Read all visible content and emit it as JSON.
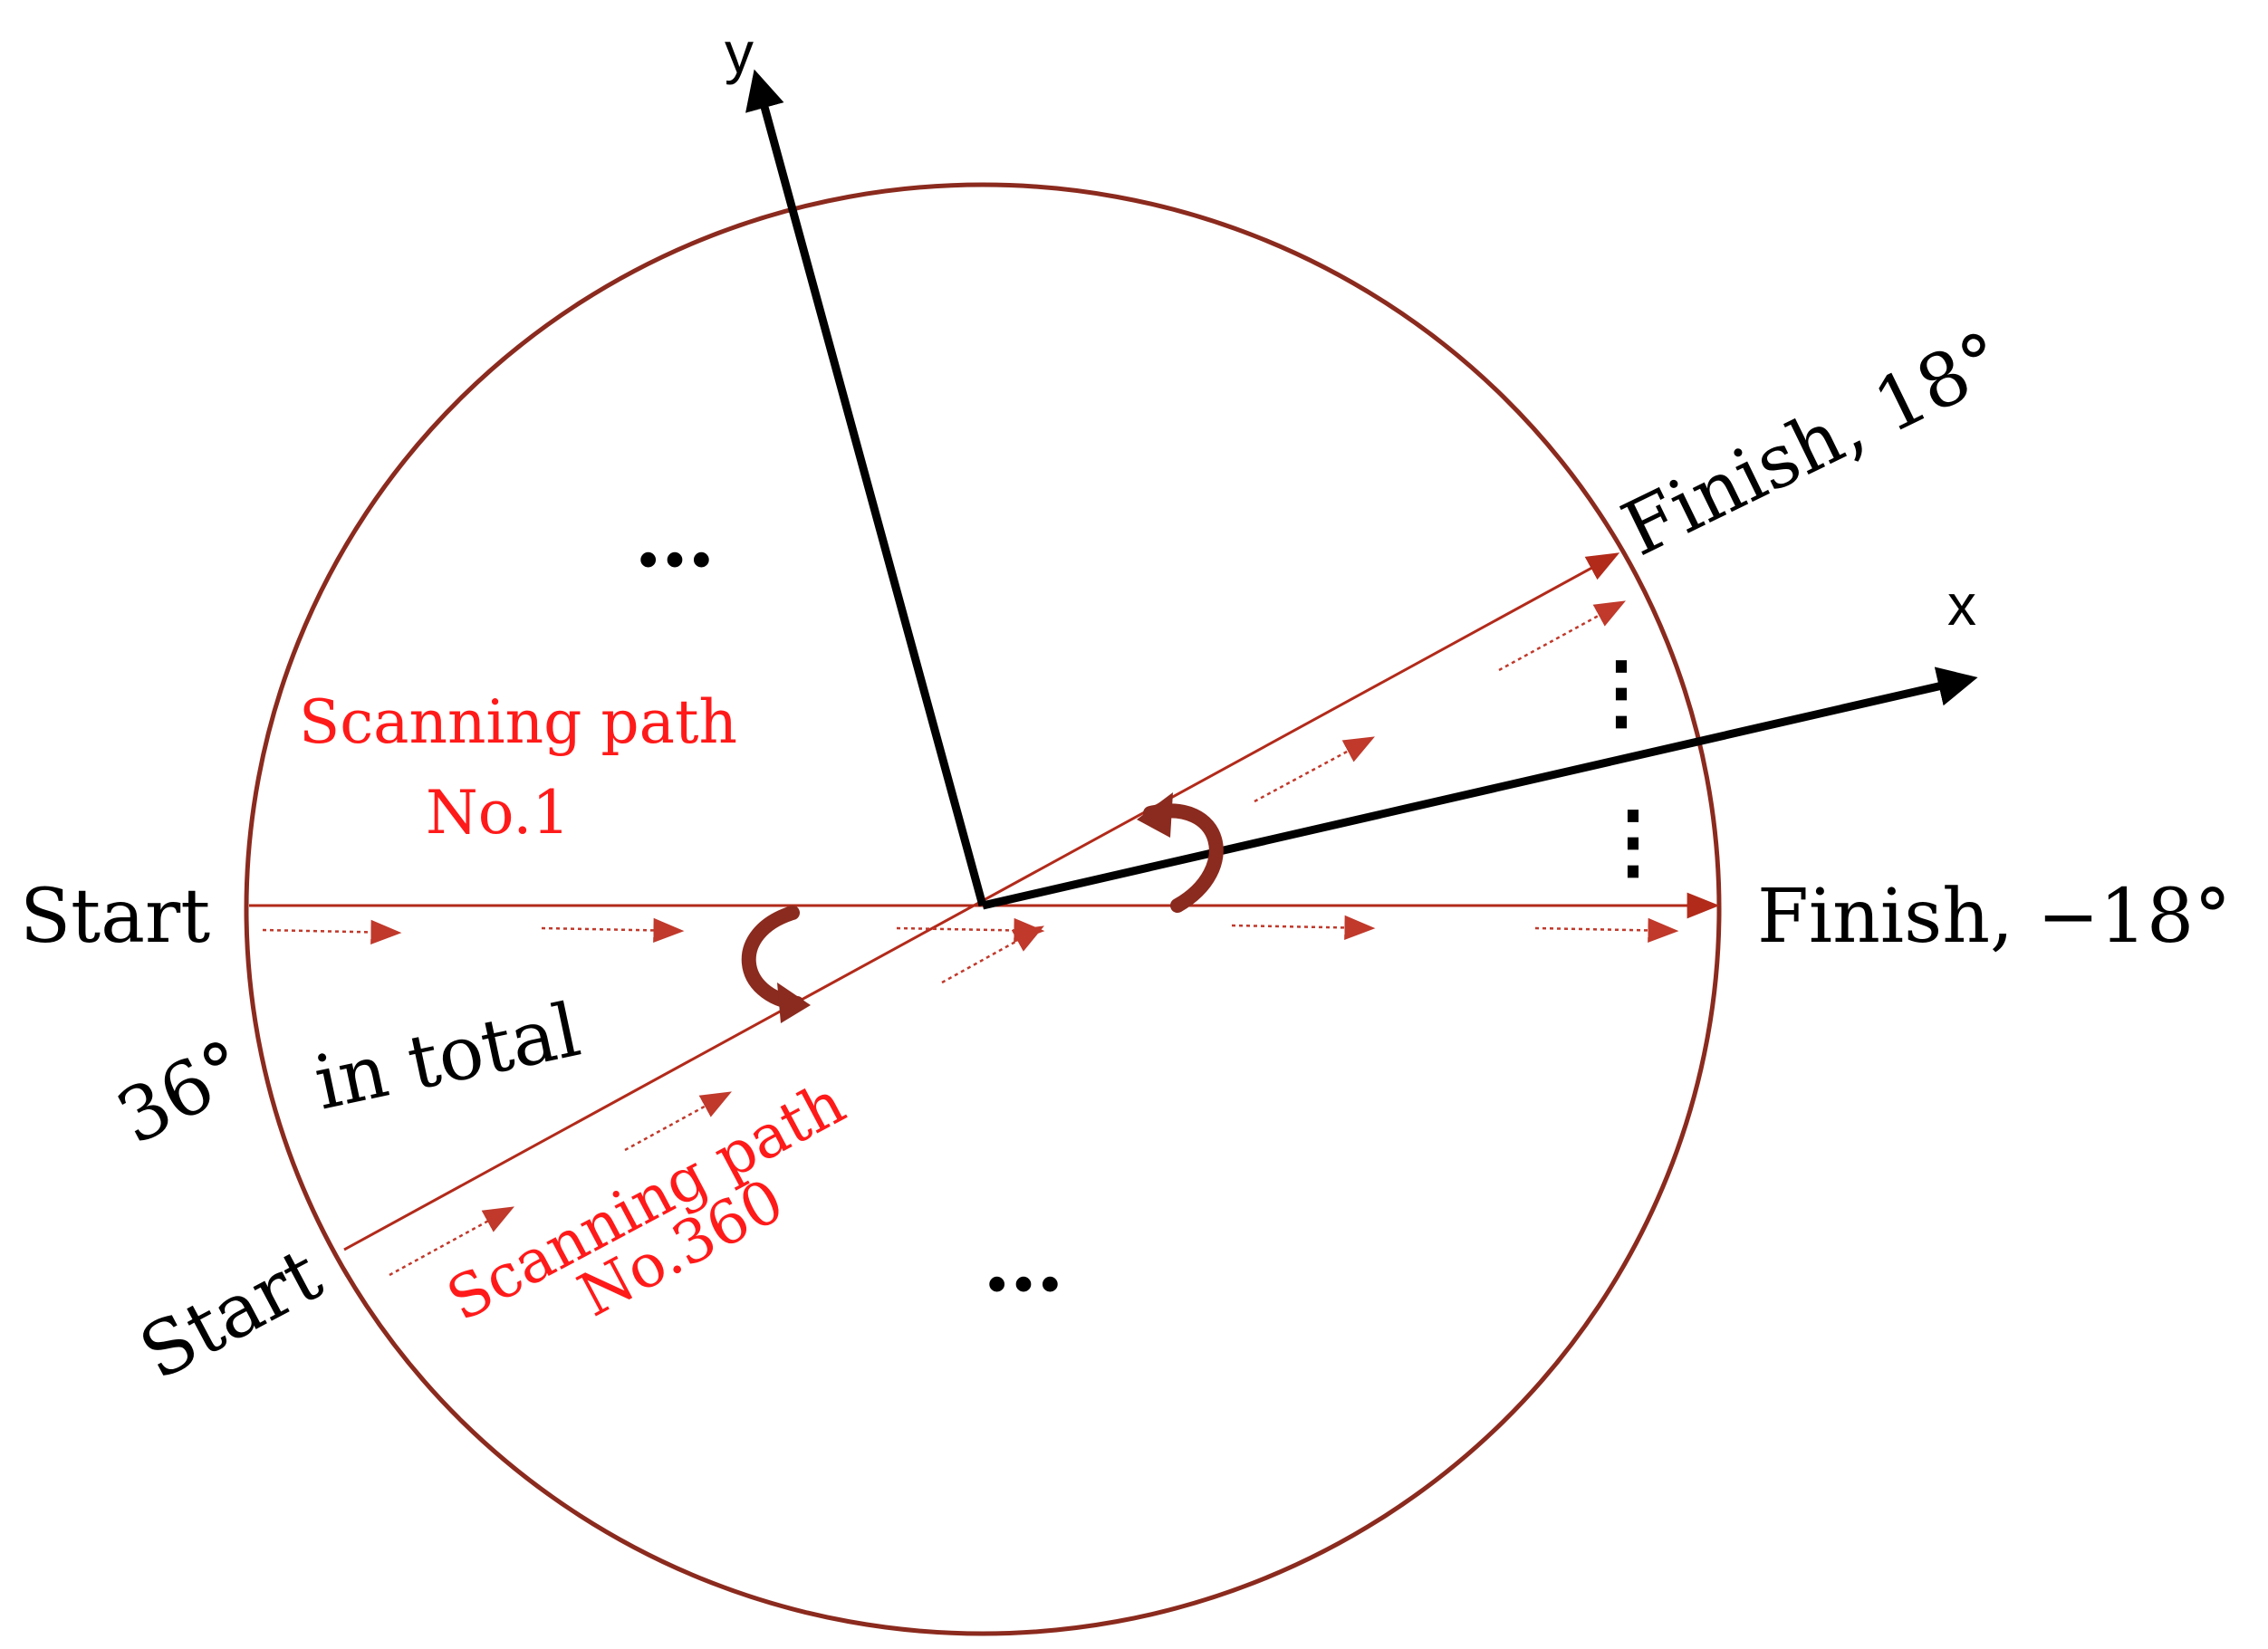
{
  "colors": {
    "circle": "#8b2a1e",
    "path_line": "#b22a1a",
    "path_arrow": "#c0392b",
    "red_text": "#ff1a1a",
    "rotation_arrow": "#8b2a1e",
    "axis": "#000000"
  },
  "axes": {
    "x_label": "x",
    "y_label": "y"
  },
  "labels": {
    "start_top": "Start",
    "start_bottom": "Start",
    "finish_top": "Finish, 18°",
    "finish_bottom": "Finish, −18°",
    "angle_value": "36°",
    "angle_suffix": "in total",
    "ellipsis_top": "…",
    "ellipsis_bottom": "…",
    "ellipsis_vertical": "⋮"
  },
  "paths": {
    "path1_line1": "Scanning path",
    "path1_line2": "No.1",
    "path360_line1": "Scanning path",
    "path360_line2": "No.360"
  },
  "icons": {
    "rotation": "curved-arrow-icon",
    "direction": "arrowhead-icon"
  }
}
